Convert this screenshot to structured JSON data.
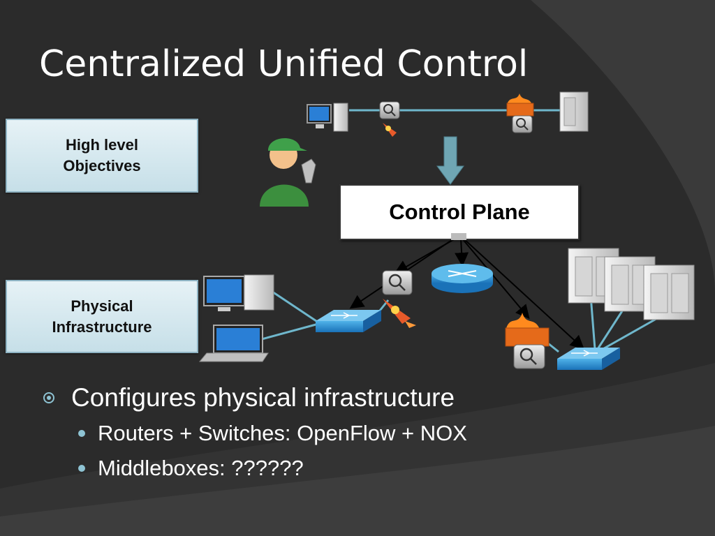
{
  "slide": {
    "title": "Centralized Unified Control",
    "objectives_box": "High level\nObjectives",
    "physical_box": "Physical\nInfrastructure",
    "control_plane": "Control Plane"
  },
  "bullets": {
    "main": "Configures physical infrastructure",
    "subs": [
      "Routers + Switches: OpenFlow + NOX",
      "Middleboxes: ??????"
    ]
  },
  "colors": {
    "background": "#2b2b2b",
    "accent": "#8ec3d3",
    "box_fill": "#d6eaf0",
    "arrow": "#6fa6b4"
  }
}
